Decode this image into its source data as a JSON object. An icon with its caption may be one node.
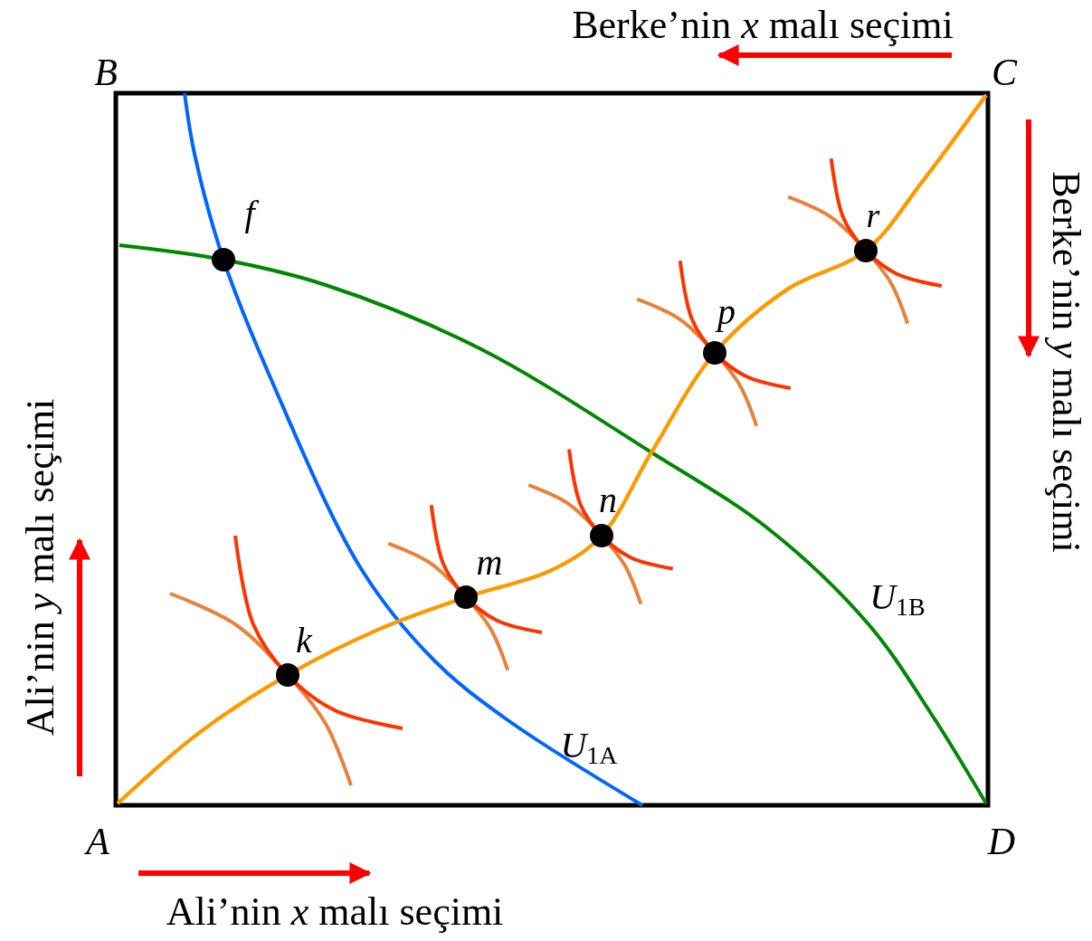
{
  "diagram": {
    "labels": [
      "Berke’nin *x* malı seçimi",
      "B",
      "C",
      "f",
      "r",
      "p",
      "Berke’nin *y* malı seçimi",
      "Ali’nin *y* malı seçimi",
      "n",
      "m",
      "U$_{1B}$",
      "k",
      "U$_{1A}$",
      "A",
      "D",
      "Ali’nin *x* malı seçimi"
    ]
  }
}
